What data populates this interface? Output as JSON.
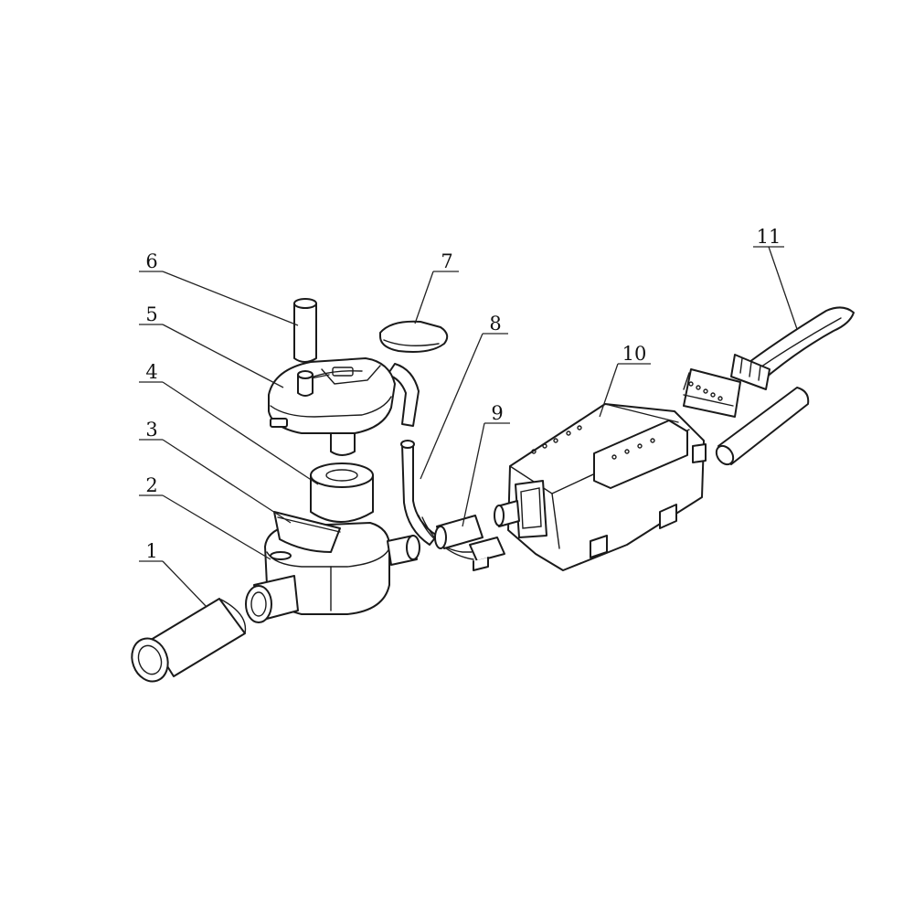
{
  "diagram": {
    "type": "exploded-parts-view",
    "line_color": "#1a1a1a",
    "background": "#ffffff",
    "callouts": [
      {
        "id": "1",
        "label": "1"
      },
      {
        "id": "2",
        "label": "2"
      },
      {
        "id": "3",
        "label": "3"
      },
      {
        "id": "4",
        "label": "4"
      },
      {
        "id": "5",
        "label": "5"
      },
      {
        "id": "6",
        "label": "6"
      },
      {
        "id": "7",
        "label": "7"
      },
      {
        "id": "8",
        "label": "8"
      },
      {
        "id": "9",
        "label": "9"
      },
      {
        "id": "10",
        "label": "10"
      },
      {
        "id": "11",
        "label": "11"
      }
    ]
  }
}
